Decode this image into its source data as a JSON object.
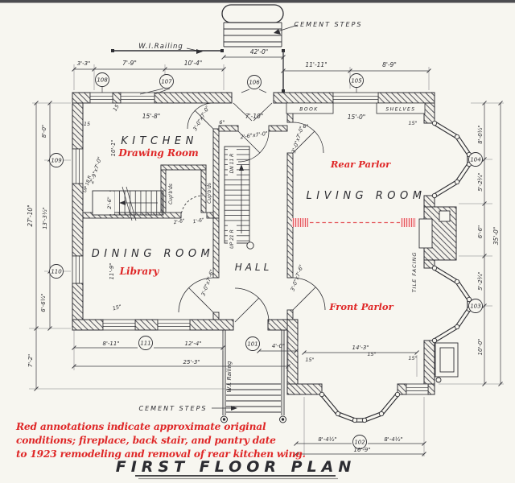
{
  "title": "FIRST FLOOR PLAN",
  "note": {
    "line1": "Red annotations indicate approximate original",
    "line2": "conditions; fireplace, back stair, and pantry date",
    "line3": "to 1923 remodeling and removal of rear kitchen wing.",
    "color": "#df2727"
  },
  "rooms": {
    "kitchen": "KITCHEN",
    "kitchen_orig": "Drawing Room",
    "dining": "DINING ROOM",
    "dining_orig": "Library",
    "hall": "HALL",
    "living": "LIVING ROOM",
    "living_orig_rear": "Rear Parlor",
    "living_orig_front": "Front Parlor"
  },
  "labels": {
    "cement_steps": "CEMENT STEPS",
    "wi_railing": "W.I.Railing",
    "wi_railing_v": "W.I. Railing",
    "book": "BOOK",
    "shelves": "SHELVES",
    "cupboards": "Cup'b'ds",
    "tile_facing": "TILE FACING",
    "up_21_r": "UP 21 R",
    "dn_11_r": "DN 11 R",
    "up_18_r": "UP 18 R"
  },
  "doors": {
    "d2_6x7_0": "2'-6\"x7'-0\"",
    "d3_0x7_0": "3'-0\"x7'-0\"",
    "d3_0x7_6": "3'-0\"x7'-6\"",
    "d2_9x7_0": "2'-9\"x7'-0\"",
    "pantry_w": "2'-6\"",
    "pantry_d": "1'-6\"",
    "stair_w": "2'-6\""
  },
  "dims": {
    "top": [
      "3'-3\"",
      "7'-9\"",
      "10'-4\"",
      "42'-0\"",
      "11'-11\"",
      "8'-9\"",
      "15'-8\"",
      "7'-10\"",
      "15'-0\""
    ],
    "left": [
      "8'-0\"",
      "27'-10\"",
      "13'-3½\"",
      "6'-6½\"",
      "7'-2\"",
      "10'-1\"",
      "11'-9\""
    ],
    "right": [
      "8'-0½\"",
      "5'-2¾\"",
      "6'-6\"",
      "35'-0\"",
      "5'-2¾\"",
      "10'-0\""
    ],
    "bottom": [
      "8'-11\"",
      "12'-4\"",
      "25'-3\"",
      "4'-0\"",
      "14'-3\"",
      "8'-4½\"",
      "8'-4½\"",
      "16'-9\""
    ],
    "wall_15": "15\"",
    "wall_15b": "15",
    "wall_6": "6\""
  },
  "marks": {
    "101": "101",
    "102": "102",
    "103": "103",
    "104": "104",
    "105": "105",
    "106": "106",
    "107": "107",
    "108": "108",
    "109": "109",
    "110": "110",
    "111": "111"
  }
}
